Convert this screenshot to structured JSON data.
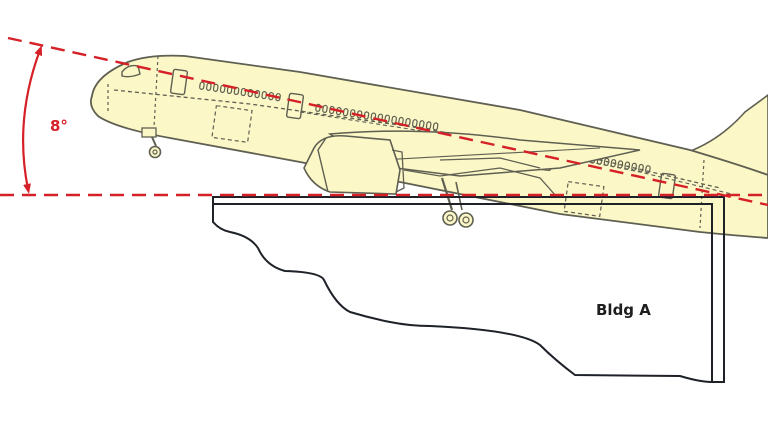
{
  "diagram": {
    "angle_label": "8°",
    "building_label": "Bldg A",
    "colors": {
      "reference_line": "#d62027",
      "aircraft_fill": "#fbf7c6",
      "aircraft_outline": "#5f5f52",
      "building_outline": "#1e2228",
      "background": "#ffffff"
    },
    "elements": [
      "horizontal-reference-line",
      "aircraft-pitch-line",
      "angle-arc-arrow",
      "aircraft",
      "building-a-outline"
    ]
  }
}
